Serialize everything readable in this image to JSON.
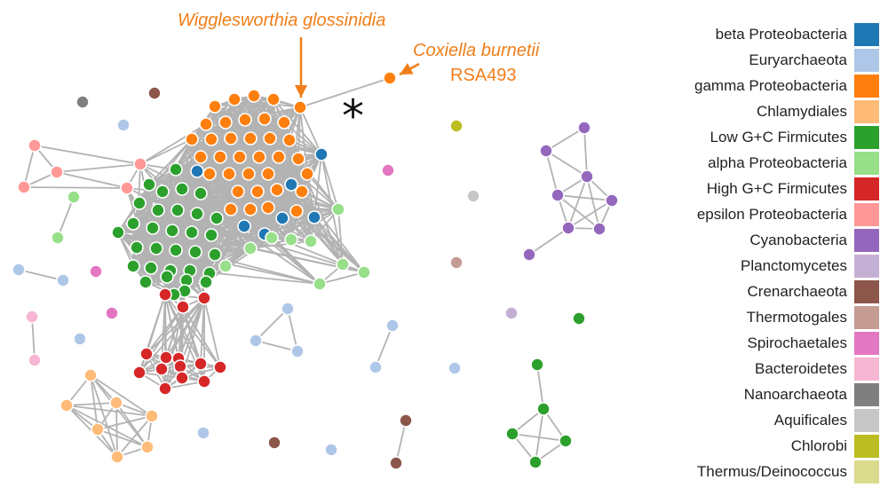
{
  "annotations": {
    "wigglesworthia": "Wigglesworthia glossinidia",
    "coxiella_name": "Coxiella burnetii",
    "coxiella_strain": "RSA493",
    "asterisk": "*"
  },
  "legend": [
    {
      "label": "beta Proteobacteria",
      "color": "#1f77b4"
    },
    {
      "label": "Euryarchaeota",
      "color": "#aec7e8"
    },
    {
      "label": "gamma Proteobacteria",
      "color": "#ff7f0e"
    },
    {
      "label": "Chlamydiales",
      "color": "#ffbb78"
    },
    {
      "label": "Low G+C Firmicutes",
      "color": "#2ca02c"
    },
    {
      "label": "alpha Proteobacteria",
      "color": "#98df8a"
    },
    {
      "label": "High G+C Firmicutes",
      "color": "#d62728"
    },
    {
      "label": "epsilon Proteobacteria",
      "color": "#ff9896"
    },
    {
      "label": "Cyanobacteria",
      "color": "#9467bd"
    },
    {
      "label": "Planctomycetes",
      "color": "#c5b0d5"
    },
    {
      "label": "Crenarchaeota",
      "color": "#8c564b"
    },
    {
      "label": "Thermotogales",
      "color": "#c49c94"
    },
    {
      "label": "Spirochaetales",
      "color": "#e377c2"
    },
    {
      "label": "Bacteroidetes",
      "color": "#f7b6d2"
    },
    {
      "label": "Nanoarchaeota",
      "color": "#7f7f7f"
    },
    {
      "label": "Aquificales",
      "color": "#c7c7c7"
    },
    {
      "label": "Chlorobi",
      "color": "#bcbd22"
    },
    {
      "label": "Thermus/Deinococcus",
      "color": "#dbdb8d"
    }
  ],
  "colors": {
    "edge": "#b3b3b3",
    "annotation": "#f07e1a"
  }
}
